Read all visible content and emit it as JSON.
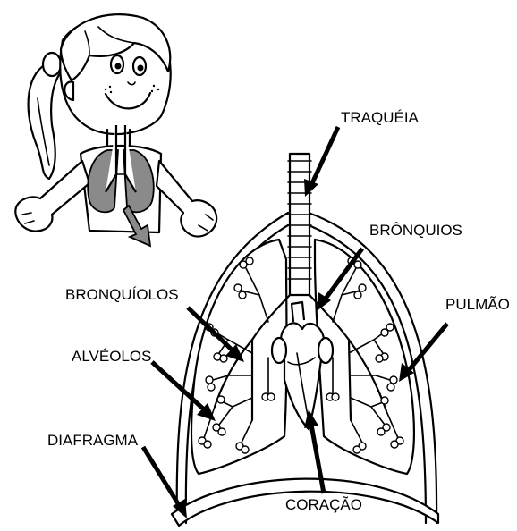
{
  "labels": {
    "traqueia": "TRAQUÉIA",
    "bronquios": "BRÔNQUIOS",
    "bronquiolos": "BRONQUÍOLOS",
    "pulmao": "PULMÃO",
    "alveolos": "ALVÉOLOS",
    "diafragma": "DIAFRAGMA",
    "coracao": "CORAÇÃO"
  },
  "colors": {
    "ink": "#000000",
    "paper": "#ffffff",
    "lung_fill_girl": "#8a8a8a"
  }
}
